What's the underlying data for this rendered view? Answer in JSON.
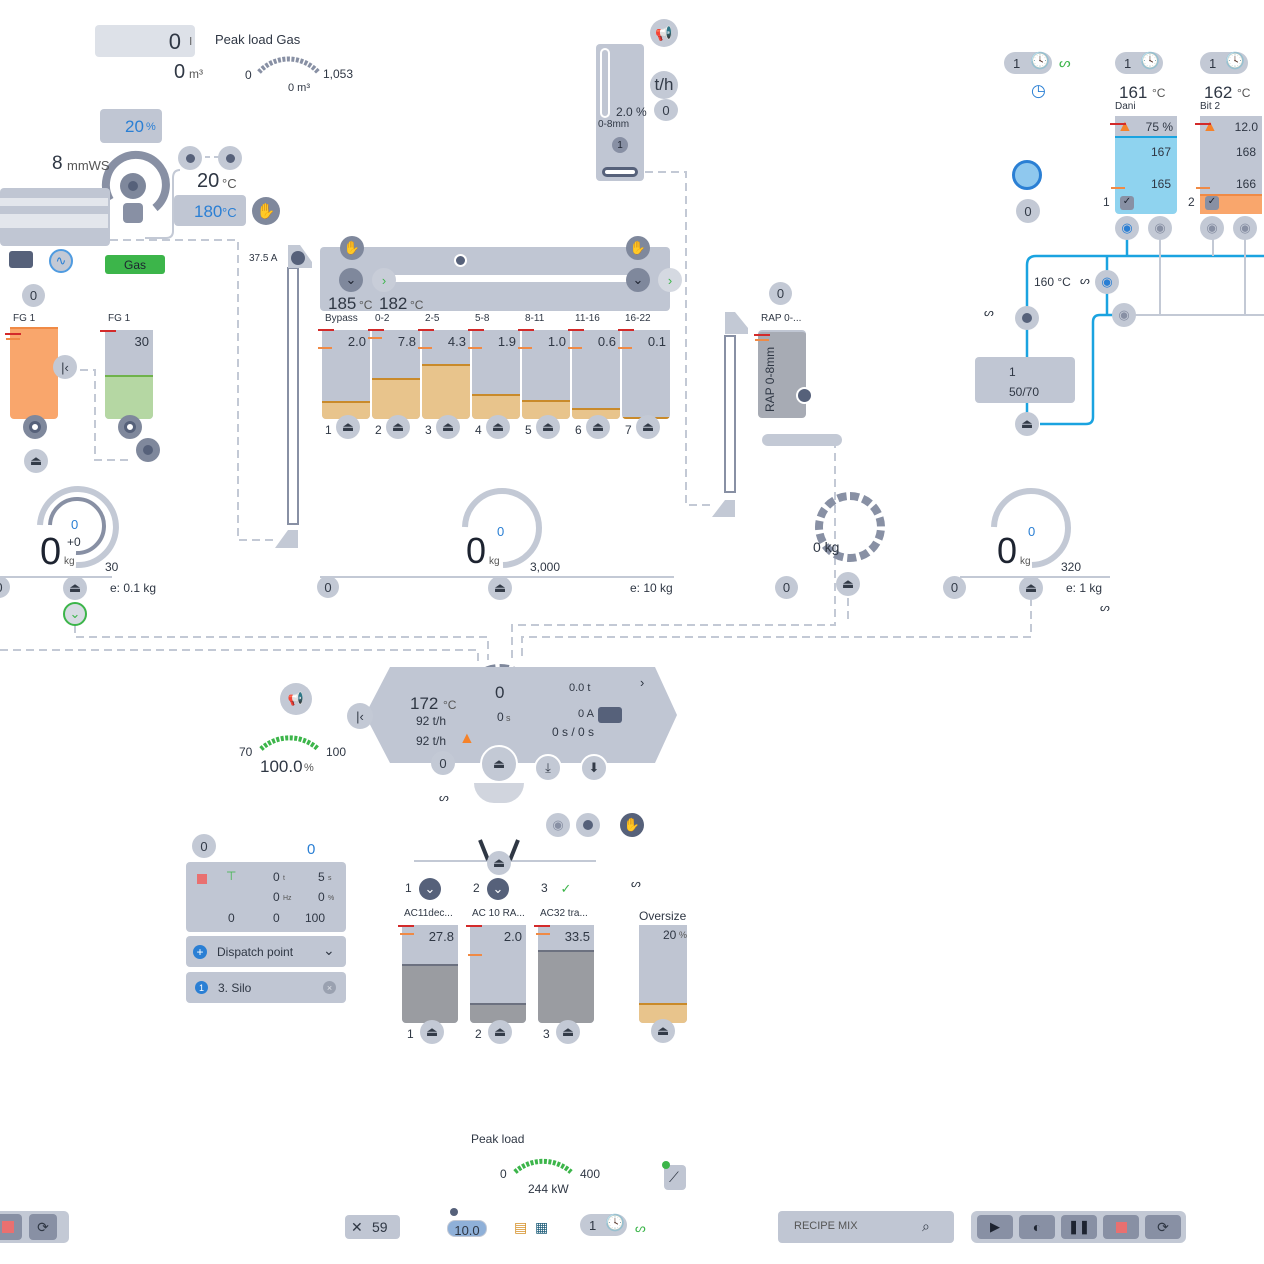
{
  "gas": {
    "counter_value": "0",
    "counter_unit": "l",
    "volume": "0",
    "volume_unit": "m³",
    "peak_title": "Peak load Gas",
    "peak_min": "0",
    "peak_max": "1,053",
    "peak_value": "0 m³"
  },
  "burner": {
    "percent": "20",
    "percent_unit": "%",
    "pressure": "8",
    "pressure_unit": "mmWS",
    "temp": "20",
    "temp_unit": "°C",
    "setpoint": "180",
    "setpoint_unit": "°C",
    "gas_badge": "Gas"
  },
  "elevator": {
    "current": "37.5 A"
  },
  "feeder": {
    "percent": "2.0 %",
    "material": "0-8mm",
    "number": "1",
    "rate_label": "t/h",
    "rate_value": "0"
  },
  "screen": {
    "temp_in": "185",
    "temp_out": "182",
    "temp_unit": "°C",
    "bins": [
      {
        "label": "Bypass",
        "value": "2.0",
        "num": "1",
        "fill": 0.2
      },
      {
        "label": "0-2",
        "value": "7.8",
        "num": "2",
        "fill": 0.46
      },
      {
        "label": "2-5",
        "value": "4.3",
        "num": "3",
        "fill": 0.62
      },
      {
        "label": "5-8",
        "value": "1.9",
        "num": "4",
        "fill": 0.28
      },
      {
        "label": "8-11",
        "value": "1.0",
        "num": "5",
        "fill": 0.21
      },
      {
        "label": "11-16",
        "value": "0.6",
        "num": "6",
        "fill": 0.12
      },
      {
        "label": "16-22",
        "value": "0.1",
        "num": "7",
        "fill": 0.02
      }
    ]
  },
  "filler": {
    "top_count": "0",
    "silo1_label": "FG 1",
    "silo2_label": "FG 1",
    "silo2_value": "30",
    "silo2_fill": 0.5
  },
  "filler_scale": {
    "setpoint": "0",
    "offset": "+0",
    "weight": "0",
    "unit": "kg",
    "max": "30",
    "resolution": "e: 0.1 kg",
    "left_btn": "0"
  },
  "agg_scale": {
    "setpoint": "0",
    "weight": "0",
    "unit": "kg",
    "max": "3,000",
    "resolution": "e: 10 kg",
    "left_btn": "0"
  },
  "rap": {
    "top_count": "0",
    "label": "RAP 0-...",
    "vertical_label": "RAP 0-8mm",
    "weight": "0 kg",
    "left_btn": "0"
  },
  "bit_scale": {
    "setpoint": "0",
    "weight": "0",
    "unit": "kg",
    "max": "320",
    "resolution": "e: 1 kg",
    "left_btn": "0"
  },
  "bitumen": {
    "clock_count": "1",
    "heater_count": "0",
    "line_temp": "160 °C",
    "tank_box": {
      "number": "1",
      "grade": "50/70"
    },
    "tanks": [
      {
        "count": "1",
        "temp": "161",
        "unit": "°C",
        "name": "Dani",
        "top_value": "75 %",
        "v1": "167",
        "v2": "165",
        "num": "1"
      },
      {
        "count": "1",
        "temp": "162",
        "unit": "°C",
        "name": "Bit 2",
        "top_value": "12.0",
        "v1": "168",
        "v2": "166",
        "num": "2"
      }
    ]
  },
  "mixer": {
    "temp": "172",
    "temp_unit": "°C",
    "rate1": "92 t/h",
    "rate2": "92 t/h",
    "count": "0",
    "time": "0",
    "time_unit": "s",
    "weight": "0.0 t",
    "current": "0 A",
    "cycle": "0 s / 0 s",
    "left_btn": "0",
    "gauge_min": "70",
    "gauge_max": "100",
    "gauge_value": "100.0",
    "gauge_unit": "%"
  },
  "dispatch": {
    "top_count": "0",
    "target": "0",
    "weight": "0",
    "weight_unit": "t",
    "time": "5",
    "time_unit": "s",
    "freq": "0",
    "freq_unit": "Hz",
    "pct": "0",
    "pct_unit": "%",
    "r1": "0",
    "r2": "0",
    "r3": "100",
    "dispatch_point": "Dispatch point",
    "silo_index": "1",
    "silo": "3. Silo"
  },
  "silos": [
    {
      "num": "1",
      "name": "AC11dec...",
      "value": "27.8",
      "bottom": "1",
      "fill": 0.6
    },
    {
      "num": "2",
      "name": "AC 10 RA...",
      "value": "2.0",
      "bottom": "2",
      "fill": 0.2
    },
    {
      "num": "3",
      "name": "AC32 tra...",
      "value": "33.5",
      "bottom": "3",
      "fill": 0.75
    }
  ],
  "oversize": {
    "label": "Oversize",
    "value": "20",
    "unit": "%",
    "fill": 0.2
  },
  "peak_load": {
    "title": "Peak load",
    "min": "0",
    "max": "400",
    "value": "244 kW"
  },
  "footer": {
    "tools_count": "59",
    "level_value": "10.0",
    "clock_count": "1",
    "recipe_placeholder": "RECIPE MIX"
  },
  "colors": {
    "accent": "#2a7fd4",
    "panel": "#c0c6d3",
    "ok": "#3cb54a",
    "warn": "#f5822a",
    "alarm": "#d32a2a"
  }
}
